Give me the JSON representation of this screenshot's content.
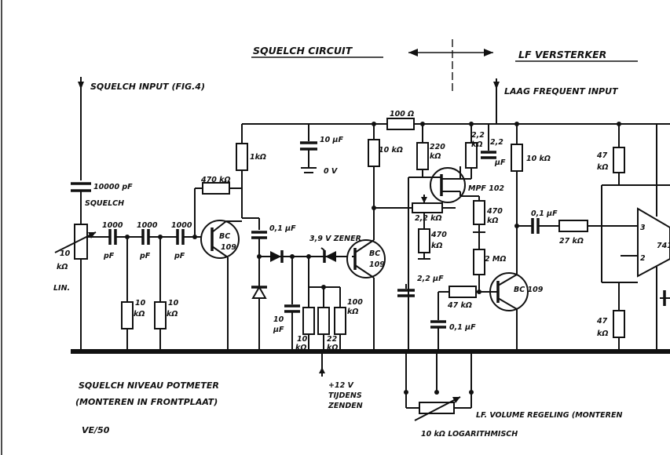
{
  "header": {
    "left": "SQUELCH CIRCUIT",
    "right": "LF VERSTERKER"
  },
  "inputs": {
    "squelch": "SQUELCH INPUT (FIG.4)",
    "lf": "LAAG FREQUENT INPUT"
  },
  "labels": {
    "c_squelch_value": "10000 pF",
    "c_squelch_name": "SQUELCH",
    "pot_value": "10",
    "pot_unit": "kΩ",
    "pot_type": "LIN.",
    "c1000_a": "1000",
    "c1000_b": "1000",
    "c1000_c": "1000",
    "pf_a": "pF",
    "pf_b": "pF",
    "pf_c": "pF",
    "r1k": "1kΩ",
    "r470k": "470 kΩ",
    "r10k_a_v": "10",
    "r10k_a_u": "kΩ",
    "r10k_b_v": "10",
    "r10k_b_u": "kΩ",
    "bc109_a_1": "BC",
    "bc109_a_2": "109",
    "c01_a": "0,1 µF",
    "c10uf": "10 µF",
    "ground_v": "0 V",
    "zener": "3,9 V ZENER",
    "bc109_b_1": "BC",
    "bc109_b_2": "109",
    "c10_bot_v": "10",
    "c10_bot_u": "µF",
    "r10k_c_v": "10",
    "r10k_c_u": "kΩ",
    "r22k_v": "22",
    "r22k_u": "kΩ",
    "r100k_v": "100",
    "r100k_u": "kΩ",
    "r100": "100 Ω",
    "r10k_d": "10 kΩ",
    "r220_v": "220",
    "r220_u": "kΩ",
    "r22k_b_v": "2,2",
    "r22k_b_u": "kΩ",
    "c22_v": "2,2",
    "c22_u": "µF",
    "fet": "MPF 102",
    "pot22k": "2,2 kΩ",
    "r470_a_v": "470",
    "r470_a_u": "kΩ",
    "r470_b_v": "470",
    "r470_b_u": "kΩ",
    "c22uf": "2,2 µF",
    "r10k_e": "10 kΩ",
    "c01_b": "0,1 µF",
    "r27k": "27 kΩ",
    "r2m2": "2 MΩ",
    "r47k_mid": "47 kΩ",
    "bc109_c": "BC 109",
    "c01_c": "0,1 µF",
    "r47k_top_v": "47",
    "r47k_top_u": "kΩ",
    "r47k_bot_v": "47",
    "r47k_bot_u": "kΩ",
    "opamp": "741",
    "pin3": "3",
    "pin2": "2",
    "supply_1": "+12 V",
    "supply_2": "TIJDENS",
    "supply_3": "ZENDEN",
    "vol_1": "LF. VOLUME REGELING (MONTEREN",
    "vol_2": "10 kΩ  LOGARITHMISCH"
  },
  "notes": {
    "pot_note_1": "SQUELCH NIVEAU POTMETER",
    "pot_note_2": "(MONTEREN IN FRONTPLAAT)",
    "code": "VE/50"
  }
}
